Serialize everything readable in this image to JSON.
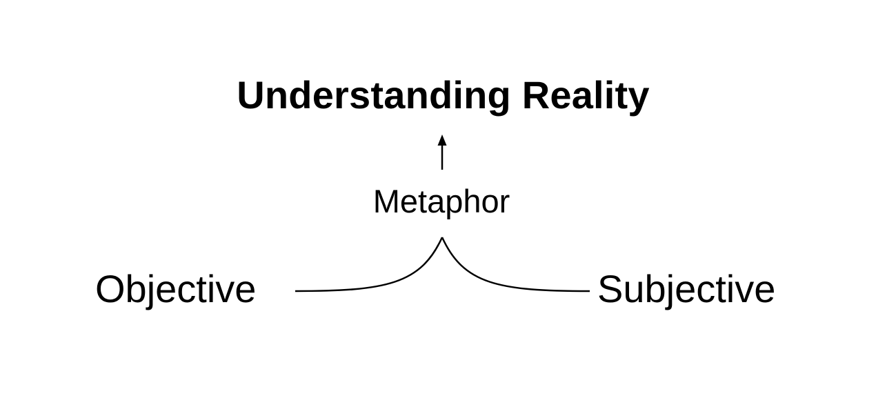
{
  "diagram": {
    "title": "Understanding Reality",
    "middle": "Metaphor",
    "left": "Objective",
    "right": "Subjective",
    "colors": {
      "background": "#ffffff",
      "ink": "#000000"
    }
  }
}
